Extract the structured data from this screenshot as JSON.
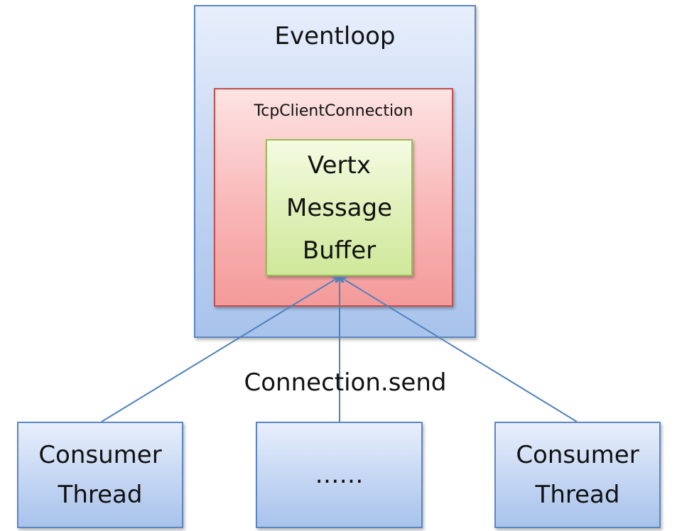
{
  "diagram": {
    "eventloop": {
      "title": "Eventloop"
    },
    "tcp_connection": {
      "title": "TcpClientConnection"
    },
    "vertx_buffer": {
      "lines": [
        "Vertx",
        "Message",
        "Buffer"
      ]
    },
    "edge_label": "Connection.send",
    "threads": [
      {
        "lines": [
          "Consumer",
          "Thread"
        ]
      },
      {
        "lines": [
          "……"
        ]
      },
      {
        "lines": [
          "Consumer",
          "Thread"
        ]
      }
    ],
    "colors": {
      "blue_border": "#5b87c0",
      "red_border": "#c0504d",
      "green_border": "#9bbb59",
      "arrow": "#4f81bd"
    }
  }
}
